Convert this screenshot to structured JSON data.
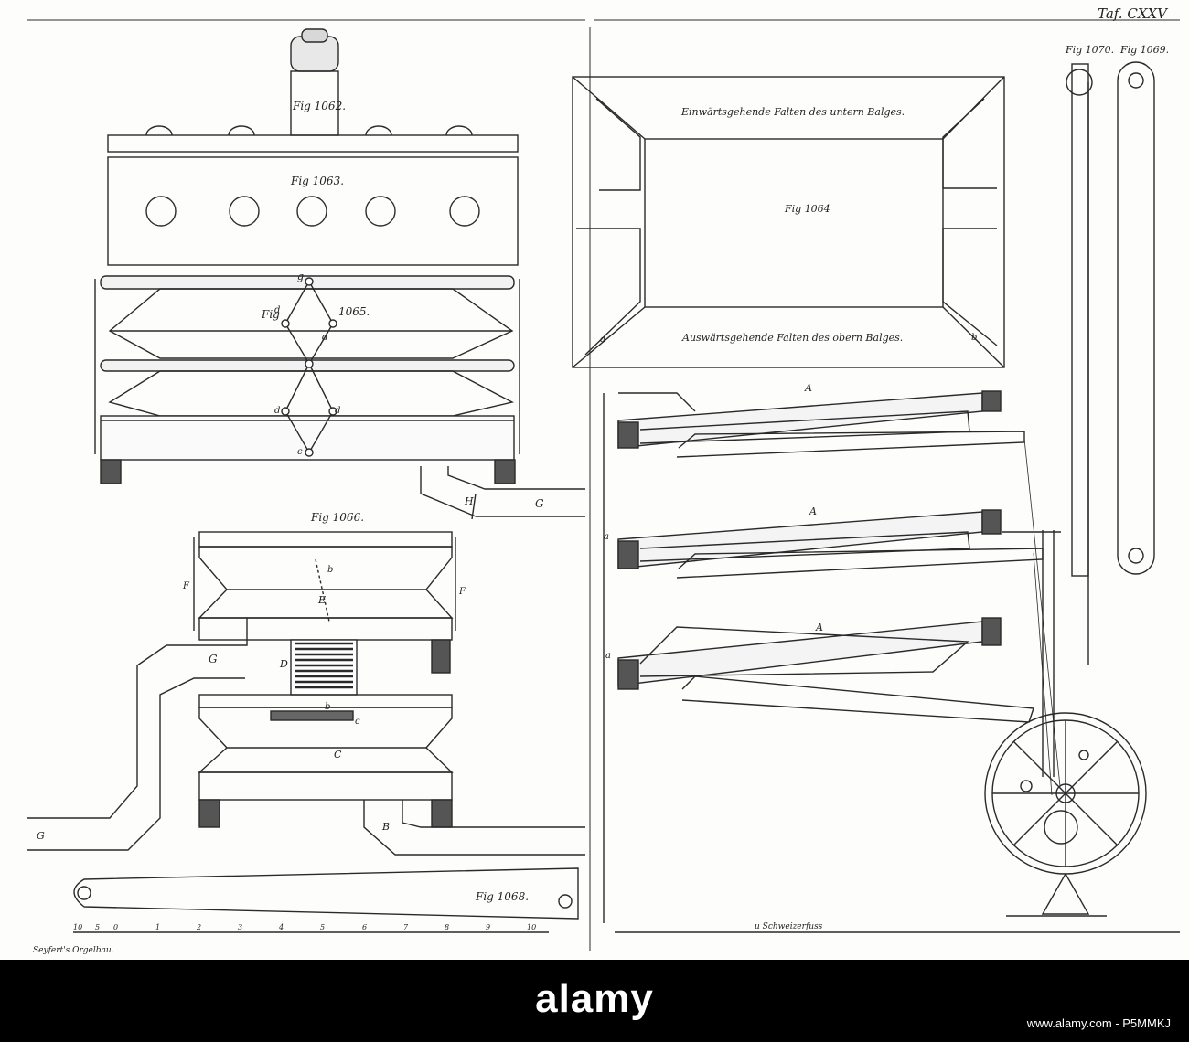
{
  "plate": {
    "plate_number": "Taf. CXXV",
    "scale_unit": "u Schweizerfuss",
    "scale_ticks": [
      "10",
      "5",
      "0",
      "1",
      "2",
      "3",
      "4",
      "5",
      "6",
      "7",
      "8",
      "9",
      "10"
    ],
    "signature": "Seyfert's Orgelbau."
  },
  "figures": {
    "fig_1062": "Fig 1062.",
    "fig_1063": "Fig 1063.",
    "fig_1064": "Fig 1064",
    "fig_1065_a": "Fig",
    "fig_1065_b": "1065.",
    "fig_1066": "Fig 1066.",
    "fig_1068": "Fig 1068.",
    "fig_1069": "Fig 1069.",
    "fig_1070": "Fig 1070."
  },
  "captions": {
    "inward_folds": "Einwärtsgehende Falten des untern Balges.",
    "outward_folds": "Auswärtsgehende Falten des obern Balges."
  },
  "letters": {
    "a": "a",
    "b": "b",
    "c": "c",
    "d": "d",
    "g": "g",
    "A": "A",
    "B": "B",
    "C": "C",
    "D": "D",
    "E": "E",
    "F": "F",
    "G": "G",
    "H": "H"
  },
  "footer": {
    "watermark": "alamy",
    "stock_id": "www.alamy.com - P5MMKJ"
  }
}
